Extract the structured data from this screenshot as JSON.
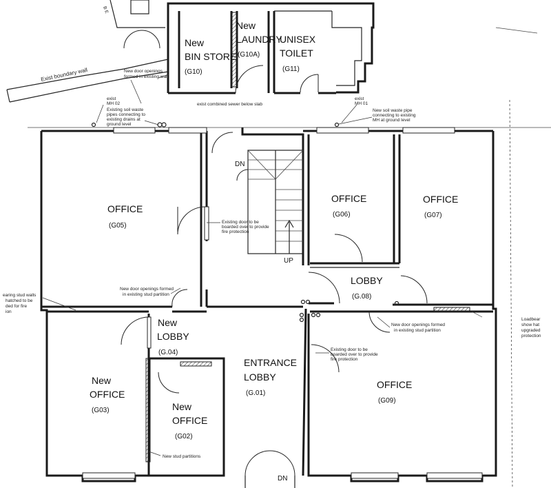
{
  "rooms": {
    "bin_store": {
      "line1": "New",
      "line2": "BIN STORE",
      "code": "(G10)"
    },
    "laundry": {
      "line1": "New",
      "line2": "LAUNDRY",
      "code": "(G10A)"
    },
    "toilet": {
      "line1": "UNISEX",
      "line2": "TOILET",
      "code": "(G11)"
    },
    "office_g05": {
      "label": "OFFICE",
      "code": "(G05)"
    },
    "office_g06": {
      "label": "OFFICE",
      "code": "(G06)"
    },
    "office_g07": {
      "label": "OFFICE",
      "code": "(G07)"
    },
    "lobby_g08": {
      "label": "LOBBY",
      "code": "(G.08)"
    },
    "lobby_g04": {
      "line1": "New",
      "line2": "LOBBY",
      "code": "(G.04)"
    },
    "office_g03": {
      "line1": "New",
      "line2": "OFFICE",
      "code": "(G03)"
    },
    "office_g02": {
      "line1": "New",
      "line2": "OFFICE",
      "code": "(G02)"
    },
    "entrance": {
      "line1": "ENTRANCE",
      "line2": "LOBBY",
      "code": "(G.01)"
    },
    "office_g09": {
      "label": "OFFICE",
      "code": "(G09)"
    }
  },
  "stairs": {
    "down_top": "DN",
    "up": "UP",
    "down_bottom": "DN"
  },
  "notes": {
    "boundary": "Exist boundary wall",
    "door_openings_1a": "New door openings",
    "door_openings_1b": "formed in existing wall",
    "mh_left_a": "exist",
    "mh_left_b": "MH 02",
    "soil_left_a": "Existing soil waste",
    "soil_left_b": "pipes connecting to",
    "soil_left_c": "existing drains at",
    "soil_left_d": "ground level",
    "sewer": "exist combined sewer below slab",
    "mh_right_a": "exist",
    "mh_right_b": "MH 01",
    "soil_right_a": "New soil waste pipe",
    "soil_right_b": "connecting to existing",
    "soil_right_c": "MH at ground level",
    "board_a": "Existing door to be",
    "board_b": "boarded over to provide",
    "board_c": "fire protection",
    "stud_openings_a": "New door openings formed",
    "stud_openings_b": "in existing stud partition",
    "bearing_a": "earing stud walls",
    "bearing_b": "hatched to be",
    "bearing_c": "ded for fire",
    "bearing_d": "ion",
    "stud_openings_r_a": "New door openings formed",
    "stud_openings_r_b": "in existing stud partition",
    "board2_a": "Existing door to be",
    "board2_b": "boarded over to provide",
    "board2_c": "fire protection",
    "loadbear_a": "Loadbear",
    "loadbear_b": "show hat",
    "loadbear_c": "upgraded",
    "loadbear_d": "protection",
    "stud_partitions": "New stud partitions",
    "corner": "B E"
  }
}
